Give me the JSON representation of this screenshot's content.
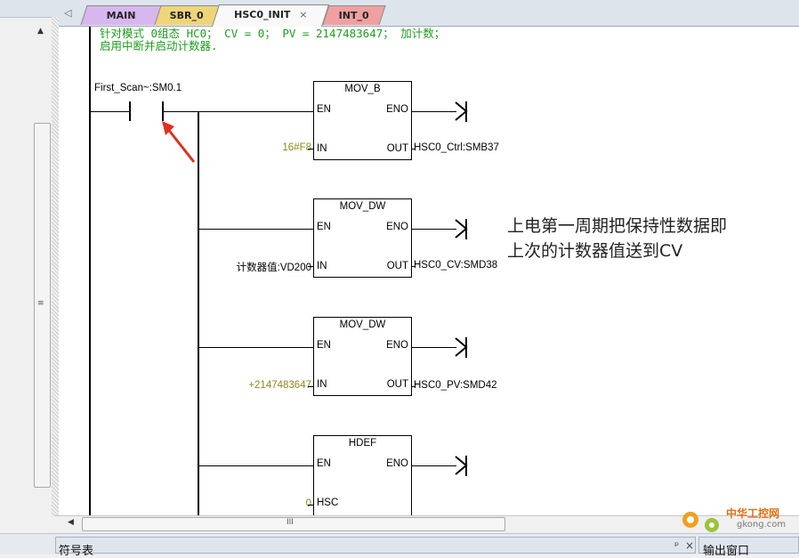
{
  "tabs": [
    {
      "label": "MAIN"
    },
    {
      "label": "SBR_0"
    },
    {
      "label": "HSC0_INIT",
      "close": "×"
    },
    {
      "label": "INT_0"
    }
  ],
  "comment": {
    "line1": "针对模式 0组态 HC0； CV = 0； PV = 2147483647； 加计数；",
    "line2": "启用中断并启动计数器."
  },
  "contact": {
    "label": "First_Scan~:SM0.1"
  },
  "blocks": [
    {
      "title": "MOV_B",
      "en": "EN",
      "eno": "ENO",
      "in_pin": "IN",
      "out_pin": "OUT",
      "in_val": "16#F8",
      "out_val": "HSC0_Ctrl:SMB37"
    },
    {
      "title": "MOV_DW",
      "en": "EN",
      "eno": "ENO",
      "in_pin": "IN",
      "out_pin": "OUT",
      "in_val": "计数器值:VD200",
      "out_val": "HSC0_CV:SMD38"
    },
    {
      "title": "MOV_DW",
      "en": "EN",
      "eno": "ENO",
      "in_pin": "IN",
      "out_pin": "OUT",
      "in_val": "+2147483647",
      "out_val": "HSC0_PV:SMD42"
    },
    {
      "title": "HDEF",
      "en": "EN",
      "eno": "ENO",
      "in_pin": "HSC",
      "in_val": "0"
    }
  ],
  "annotation": {
    "line1": "上电第一周期把保持性数据即",
    "line2": "上次的计数器值送到CV"
  },
  "scrollbar": {
    "grip": "III",
    "vgrip": "≡"
  },
  "bottom": {
    "symbol_table": "符号表",
    "output_window": "输出窗口",
    "pin": "ᵖ",
    "close": "×"
  },
  "watermark": {
    "line1": "中华工控网",
    "line2": "gkong.com"
  },
  "colors": {
    "comment": "#1d9d1d",
    "value": "#8a8a1a",
    "tab_main": "#d7b7ee",
    "tab_sbr": "#efd57a",
    "tab_int": "#f0a0a0",
    "arrow": "#e03020"
  }
}
